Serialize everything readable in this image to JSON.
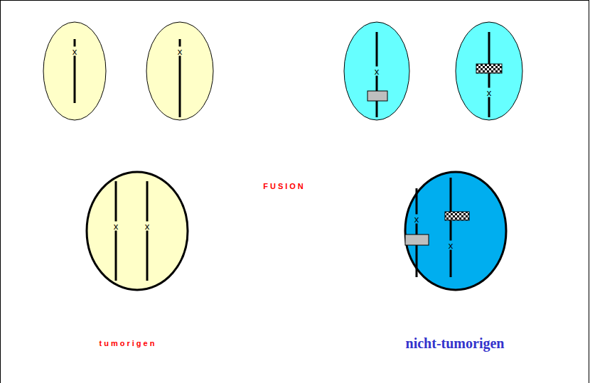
{
  "diagram": {
    "nodes": [
      {
        "text": [
          "x"
        ]
      },
      {
        "text": [
          "x"
        ]
      },
      {
        "text": [
          "x"
        ]
      },
      {
        "text": [
          "x"
        ]
      },
      {
        "text": [
          "x",
          "x"
        ]
      },
      {
        "text": [
          "x",
          "x"
        ]
      }
    ],
    "labels": [
      "FUSION",
      "tumorigen",
      "nicht-tumorigen"
    ]
  }
}
